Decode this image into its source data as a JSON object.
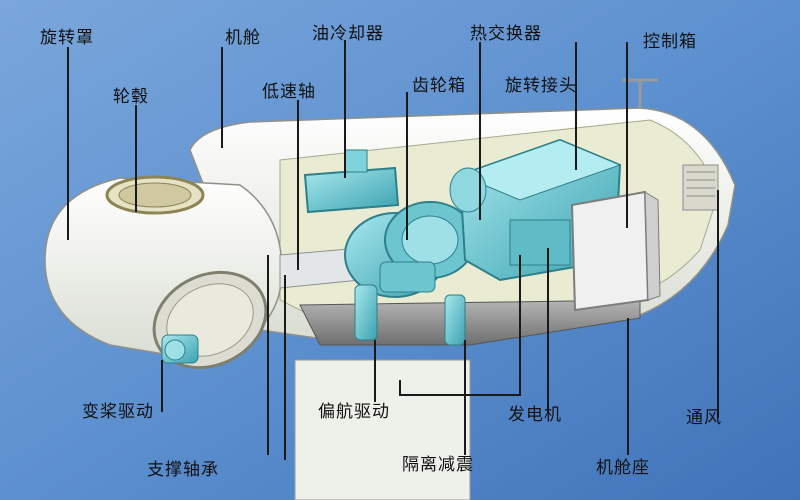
{
  "labels": {
    "spinner_cover": "旋转罩",
    "nacelle": "机舱",
    "oil_cooler": "油冷却器",
    "heat_exchanger": "热交换器",
    "control_box": "控制箱",
    "hub": "轮毂",
    "low_speed_shaft": "低速轴",
    "gearbox": "齿轮箱",
    "rotary_joint": "旋转接头",
    "pitch_drive": "变桨驱动",
    "yaw_drive": "偏航驱动",
    "generator": "发电机",
    "ventilation": "通风",
    "support_bearing": "支撑轴承",
    "vibration_isolation": "隔离减震",
    "nacelle_base": "机舱座"
  },
  "colors": {
    "background": "#5a8fcf",
    "nacelle_shell": "#f4f6ef",
    "machinery": "#7fd3dc",
    "machinery_dark": "#3a9aa8",
    "leader_line": "#1a1a1a"
  }
}
